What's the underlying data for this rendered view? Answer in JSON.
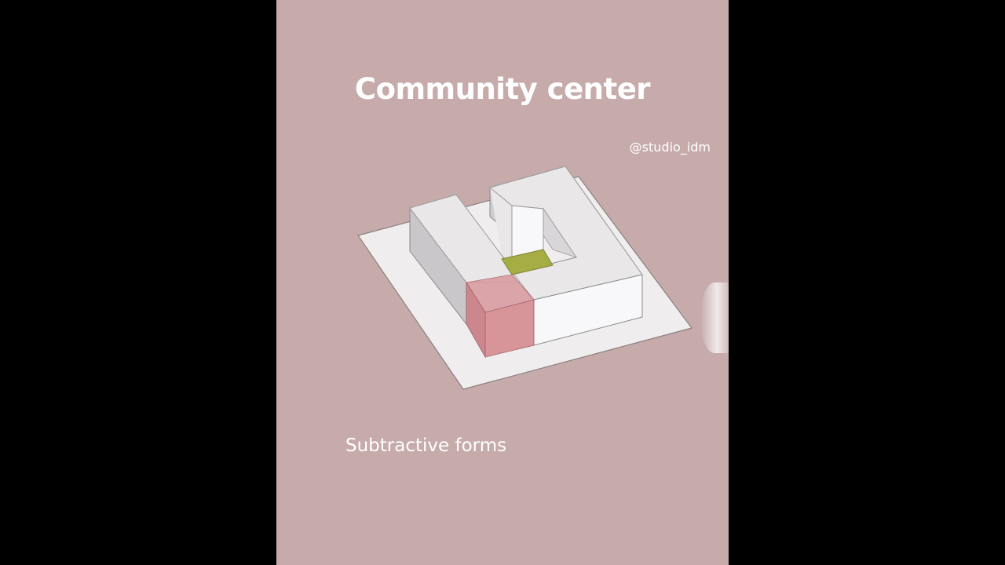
{
  "title": "Community center",
  "handle": "@studio_idm",
  "caption": "Subtractive forms",
  "colors": {
    "outer_background": "#000000",
    "panel_background": "#c7abab",
    "site_plane": "#efeded",
    "block_top": "#e9e7e8",
    "block_side_shade": "#c9c7c9",
    "block_front_light": "#f8f8fa",
    "subtracted_volume": "#d48a8f",
    "courtyard": "#a7ad45",
    "text": "#ffffff"
  },
  "diagram": {
    "subject": "massing model",
    "highlighted_elements": [
      "subtracted-volume",
      "courtyard"
    ]
  }
}
